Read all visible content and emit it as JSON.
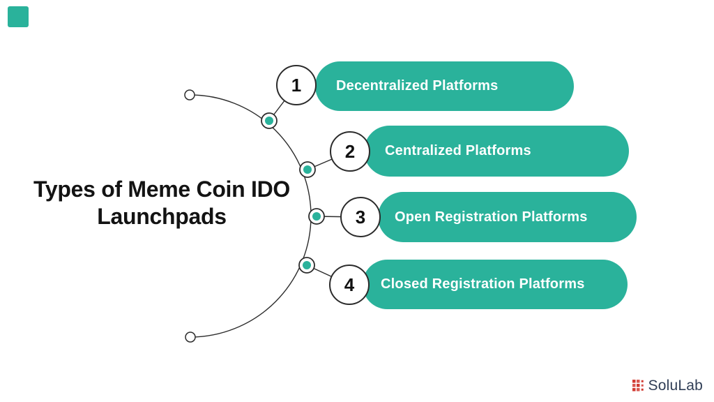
{
  "css_vars": {
    "teal": "#2AB29B",
    "ink": "#2b2b2b",
    "title-ink": "#131313",
    "pill-text": "#ffffff",
    "brand-ink": "#2f3d55",
    "brand-red": "#d13a31",
    "bg": "#ffffff"
  },
  "title": {
    "line1": "Types of Meme Coin IDO",
    "line2": "Launchpads"
  },
  "items": [
    {
      "number": "1",
      "label": "Decentralized Platforms"
    },
    {
      "number": "2",
      "label": "Centralized Platforms"
    },
    {
      "number": "3",
      "label": "Open Registration Platforms"
    },
    {
      "number": "4",
      "label": "Closed Registration Platforms"
    }
  ],
  "footer": {
    "brand": "SoluLab"
  }
}
